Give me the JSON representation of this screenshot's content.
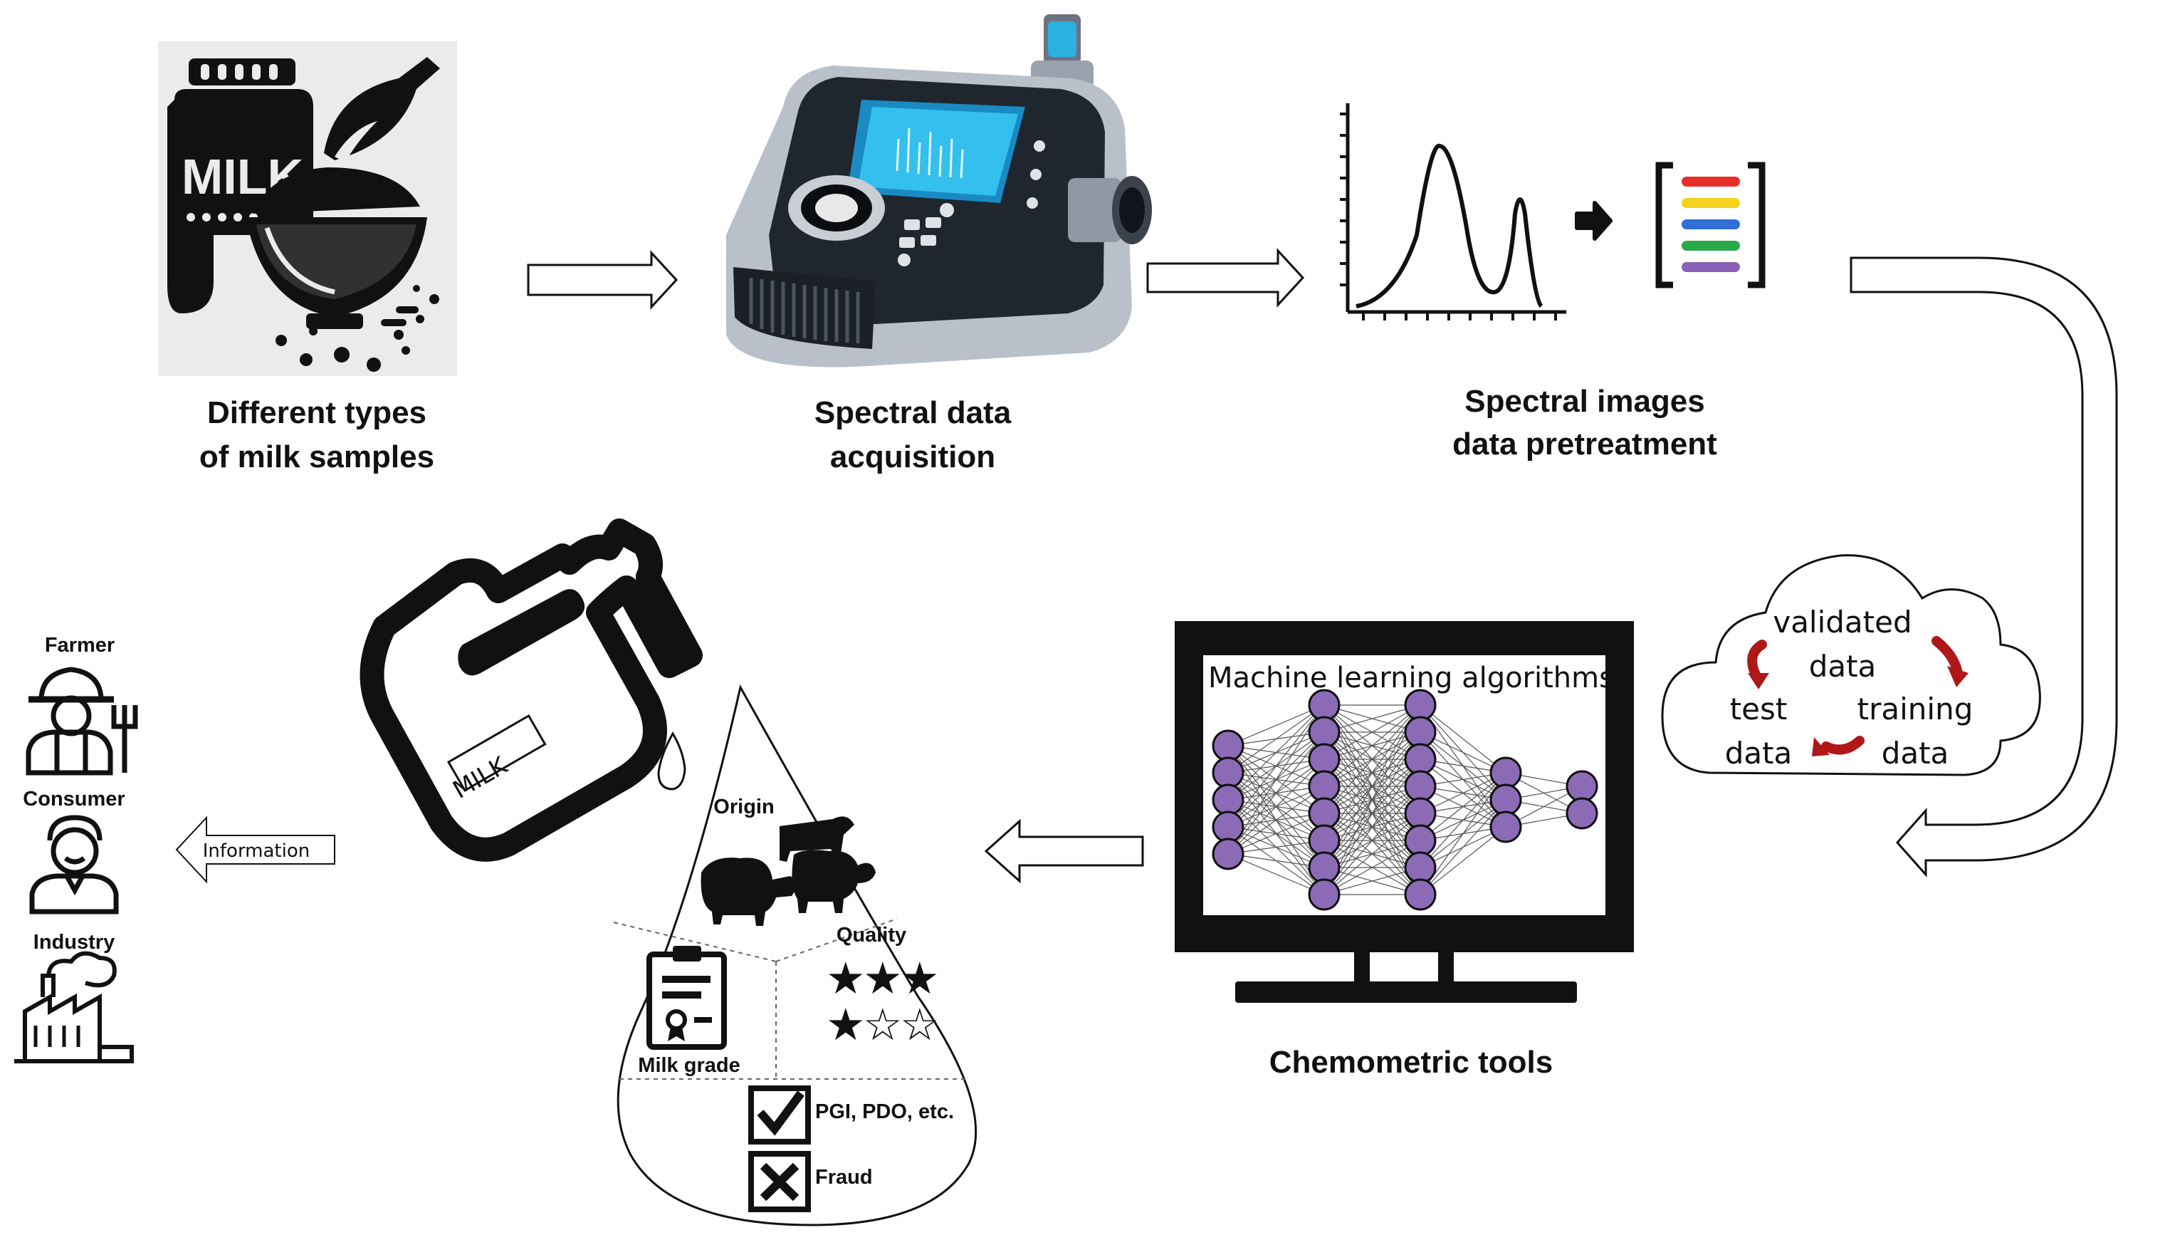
{
  "steps": {
    "milk_samples": {
      "line1": "Different types",
      "line2": "of milk samples"
    },
    "acquisition": {
      "line1": "Spectral data",
      "line2": "acquisition"
    },
    "pretreatment": {
      "line1": "Spectral images",
      "line2": "data pretreatment"
    },
    "chemometric": {
      "label": "Chemometric tools",
      "screen_title": "Machine learning algorithms"
    }
  },
  "milk_icon": {
    "jar_text": "MILK",
    "bottle_text": "MILK"
  },
  "cloud": {
    "validated": "validated",
    "validated_data": "data",
    "test": "test",
    "test_data": "data",
    "training": "training",
    "training_data": "data"
  },
  "drop": {
    "origin": "Origin",
    "quality": "Quality",
    "milk_grade": "Milk grade",
    "pgi": "PGI, PDO, etc.",
    "fraud": "Fraud"
  },
  "information_arrow": "Information",
  "stakeholders": {
    "farmer": "Farmer",
    "consumer": "Consumer",
    "industry": "Industry"
  },
  "spectrum_bar_colors": [
    "#e8302a",
    "#f2d21c",
    "#2f6fd6",
    "#2aa94a",
    "#8b5fb8"
  ],
  "colors": {
    "neuron": "#8b6bb5",
    "cloud_arrow": "#b01818"
  },
  "network_layers": [
    5,
    8,
    8,
    3,
    2
  ]
}
